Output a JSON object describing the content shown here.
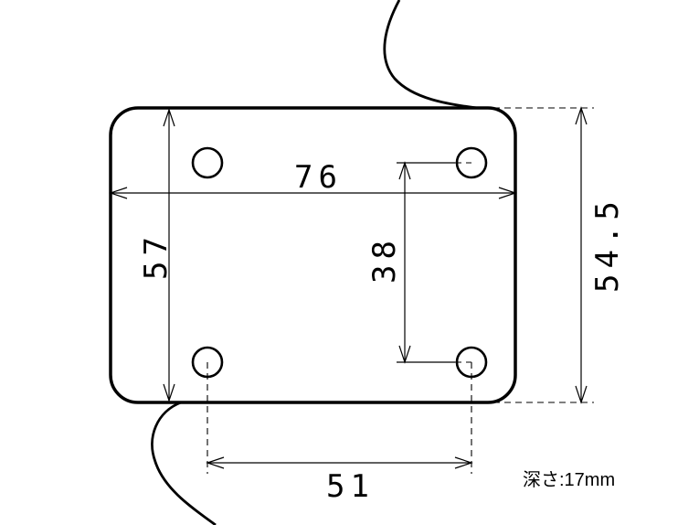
{
  "dimensions": {
    "width_label": "76",
    "height_label": "57",
    "hole_pitch_vertical_label": "38",
    "outer_height_label": "54.5",
    "hole_pitch_horizontal_label": "51"
  },
  "note": {
    "depth_label": "深さ:17mm"
  },
  "colors": {
    "line": "#000000",
    "background": "#ffffff"
  }
}
